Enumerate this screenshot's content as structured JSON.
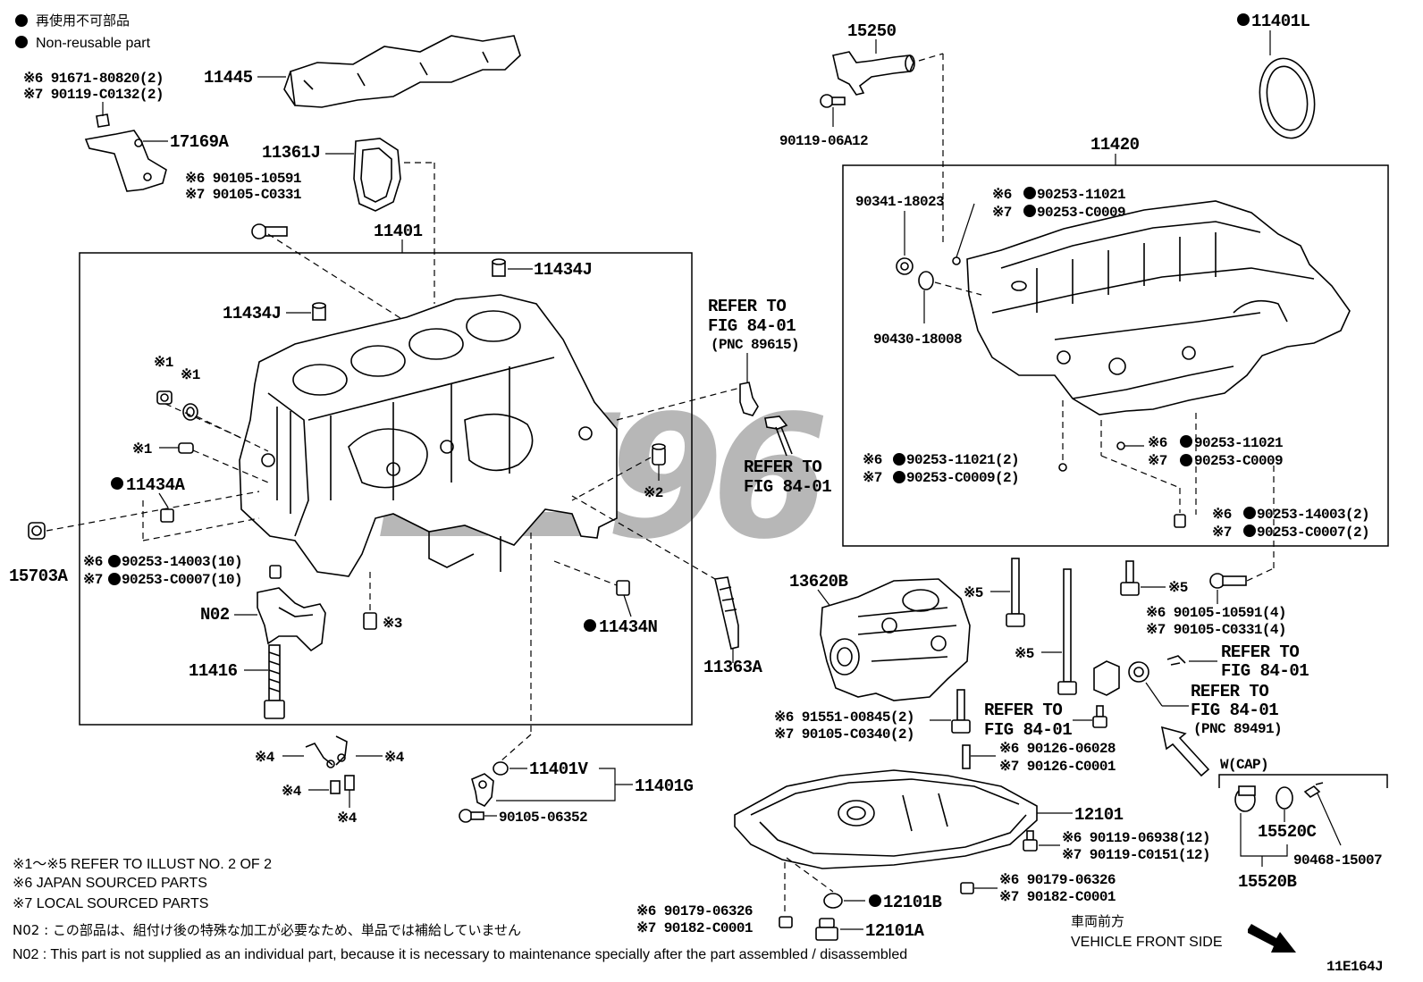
{
  "legend": {
    "nonreusable_jp": "再使用不可部品",
    "nonreusable_en": "Non-reusable part"
  },
  "parts": {
    "p11445": "11445",
    "p17169A": "17169A",
    "p91671": "※6 91671-80820(2)",
    "p90119c0132": "※7 90119-C0132(2)",
    "p11361J": "11361J",
    "p90105_10591": "※6 90105-10591",
    "p90105_c0331": "※7 90105-C0331",
    "p11401": "11401",
    "p11434J_a": "11434J",
    "p11434J_b": "11434J",
    "p11434A": "11434A",
    "p15703A": "15703A",
    "p90253_14003_10": "※6",
    "p90253_14003_10b": "90253-14003(10)",
    "p90253_c0007_10": "※7",
    "p90253_c0007_10b": "90253-C0007(10)",
    "pN02": "N02",
    "p11416": "11416",
    "p11434N": "11434N",
    "p11363A": "11363A",
    "p11401V": "11401V",
    "p11401G": "11401G",
    "p90105_06352": "90105-06352",
    "m1a": "※1",
    "m1b": "※1",
    "m1c": "※1",
    "m2": "※2",
    "m3": "※3",
    "m4a": "※4",
    "m4b": "※4",
    "m4c": "※4",
    "m4d": "※4",
    "refer1a": "REFER TO",
    "refer1b": "FIG 84-01",
    "refer1c": "(PNC 89615)",
    "refer2a": "REFER TO",
    "refer2b": "FIG 84-01",
    "p15250": "15250",
    "p90119_06A12": "90119-06A12",
    "p11401L": "11401L",
    "p11420": "11420",
    "p90341": "90341-18023",
    "p90430": "90430-18008",
    "p90253_11021_r": "※6",
    "p90253_11021_rb": "90253-11021",
    "p90253_c0009_r": "※7",
    "p90253_c0009_rb": "90253-C0009",
    "p90253_11021_2": "※6",
    "p90253_11021_2b": "90253-11021(2)",
    "p90253_c0009_2": "※7",
    "p90253_c0009_2b": "90253-C0009(2)",
    "p90253_11021_s": "※6",
    "p90253_11021_sb": "90253-11021",
    "p90253_c0009_s": "※7",
    "p90253_c0009_sb": "90253-C0009",
    "p90253_14003_2": "※6",
    "p90253_14003_2b": "90253-14003(2)",
    "p90253_c0007_2": "※7",
    "p90253_c0007_2b": "90253-C0007(2)",
    "p13620B": "13620B",
    "m5a": "※5",
    "m5b": "※5",
    "m5c": "※5",
    "p90105_10591_4": "※6 90105-10591(4)",
    "p90105_c0331_4": "※7 90105-C0331(4)",
    "refer3a": "REFER TO",
    "refer3b": "FIG 84-01",
    "refer4a": "REFER TO",
    "refer4b": "FIG 84-01",
    "refer4c": "(PNC 89491)",
    "refer5a": "REFER TO",
    "refer5b": "FIG 84-01",
    "p91551": "※6 91551-00845(2)",
    "p90105_c0340": "※7 90105-C0340(2)",
    "p90126_06028": "※6 90126-06028",
    "p90126_c0001": "※7 90126-C0001",
    "p12101": "12101",
    "p90119_06938": "※6 90119-06938(12)",
    "p90119_c0151": "※7 90119-C0151(12)",
    "p90179_06326a": "※6 90179-06326",
    "p90182_c0001a": "※7 90182-C0001",
    "p12101B": "12101B",
    "p90179_06326b": "※6 90179-06326",
    "p90182_c0001b": "※7 90182-C0001",
    "p12101A": "12101A",
    "wcap": "W(CAP)",
    "p15520C": "15520C",
    "p15520B": "15520B",
    "p90468": "90468-15007"
  },
  "notes": {
    "n1": "※1～※5  REFER TO ILLUST NO. 2 OF 2",
    "n6": "※6  JAPAN SOURCED PARTS",
    "n7": "※7  LOCAL SOURCED PARTS",
    "n02jp": "N02 : この部品は、組付け後の特殊な加工が必要なため、単品では補給していません",
    "n02en": "N02 : This part is not supplied as an individual part, because it is necessary to maintenance specially after the part assembled / disassembled"
  },
  "front": {
    "jp": "車両前方",
    "en": "VEHICLE FRONT SIDE"
  },
  "diagram_id": "11E164J",
  "watermark": "ZZ96"
}
